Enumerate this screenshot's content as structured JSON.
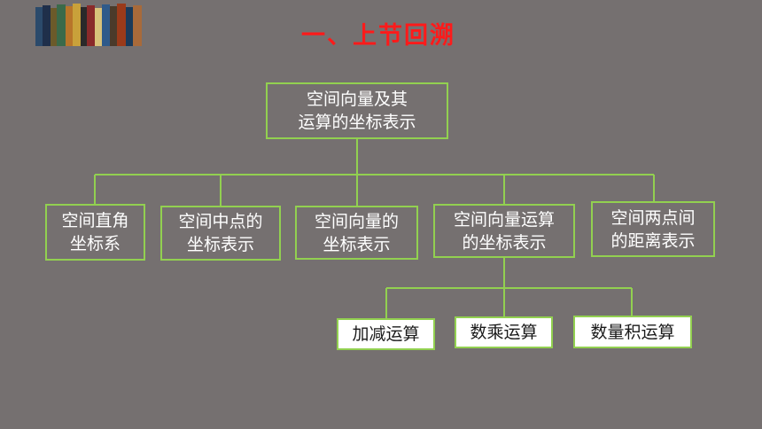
{
  "header": {
    "title": "一、上节回溯"
  },
  "diagram": {
    "root": {
      "label": "空间向量及其\n运算的坐标表示"
    },
    "level1": [
      {
        "label": "空间直角\n坐标系"
      },
      {
        "label": "空间中点的\n坐标表示"
      },
      {
        "label": "空间向量的\n坐标表示"
      },
      {
        "label": "空间向量运算\n的坐标表示"
      },
      {
        "label": "空间两点间\n的距离表示"
      }
    ],
    "level2": [
      {
        "label": "加减运算"
      },
      {
        "label": "数乘运算"
      },
      {
        "label": "数量积运算"
      }
    ]
  },
  "colors": {
    "background": "#757070",
    "connector": "#92d050",
    "title": "#ff1a1a",
    "leaf_fill": "#ffffff"
  }
}
